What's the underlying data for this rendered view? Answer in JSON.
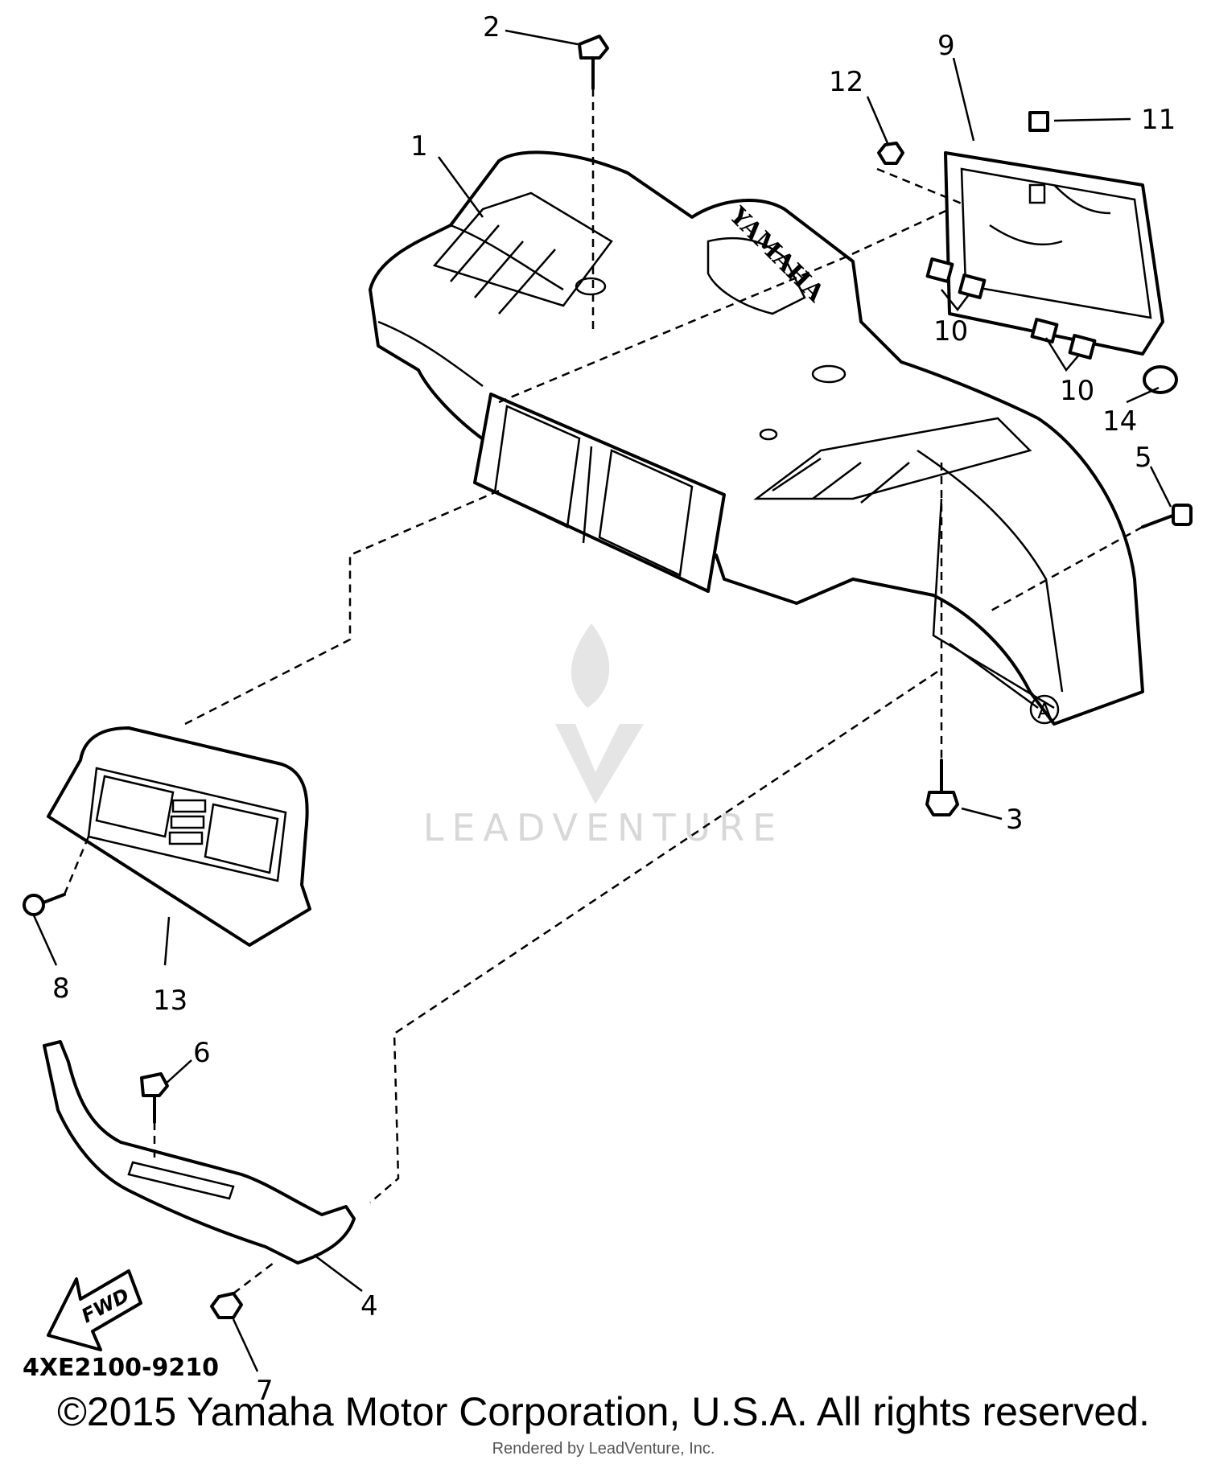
{
  "callouts": {
    "c1": "1",
    "c2": "2",
    "c3": "3",
    "c4": "4",
    "c5": "5",
    "c6": "6",
    "c7": "7",
    "c8": "8",
    "c9": "9",
    "c10a": "10",
    "c10b": "10",
    "c11": "11",
    "c12": "12",
    "c13": "13",
    "c14": "14",
    "cA": "A"
  },
  "fender_logo": "YAMAHA",
  "fwd_label": "FWD",
  "diagram_code": "4XE2100-9210",
  "watermark": "LEADVENTURE",
  "copyright": "©2015 Yamaha Motor Corporation, U.S.A. All rights reserved.",
  "rendered_by": "Rendered by LeadVenture, Inc."
}
